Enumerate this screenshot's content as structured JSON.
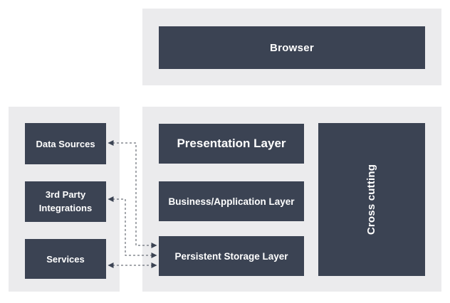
{
  "colors": {
    "box_background": "#3b4353",
    "section_background": "#ebebed",
    "box_text": "#ffffff",
    "connector_line": "#4a4f5a"
  },
  "browser_section": {
    "box_label": "Browser"
  },
  "integration_sidebar": {
    "boxes": [
      {
        "label": "Data Sources"
      },
      {
        "label": "3rd Party Integrations"
      },
      {
        "label": "Services"
      }
    ]
  },
  "layers_panel": {
    "boxes": [
      {
        "label": "Presentation Layer"
      },
      {
        "label": "Business/Application Layer"
      },
      {
        "label": "Persistent Storage Layer"
      }
    ],
    "cross_cutting_label": "Cross cutting"
  }
}
